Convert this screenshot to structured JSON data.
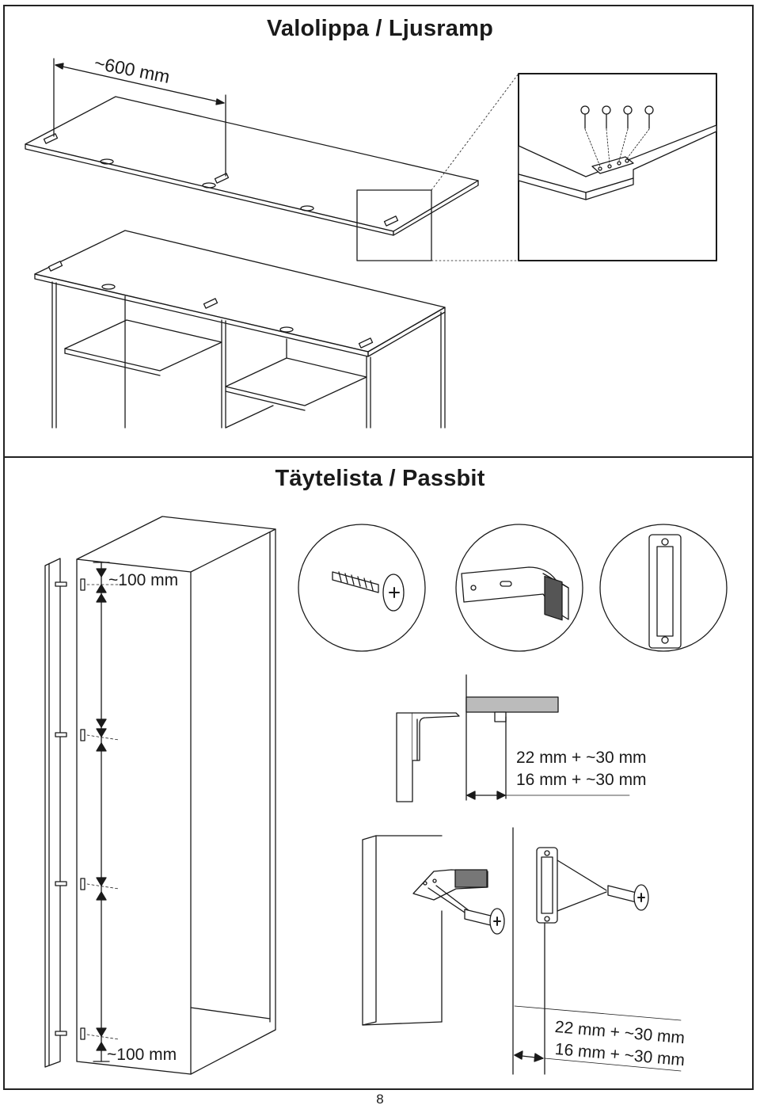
{
  "section1": {
    "title": "Valolippa / Ljusramp",
    "dimension": "~600 mm"
  },
  "section2": {
    "title": "Täytelista / Passbit",
    "dimension_top": "~100 mm",
    "dimension_bottom": "~100 mm",
    "measure_top_line1": "22 mm + ~30 mm",
    "measure_top_line2": "16 mm + ~30 mm",
    "measure_bottom_line1": "22 mm + ~30 mm",
    "measure_bottom_line2": "16 mm + ~30 mm"
  },
  "page_number": "8"
}
